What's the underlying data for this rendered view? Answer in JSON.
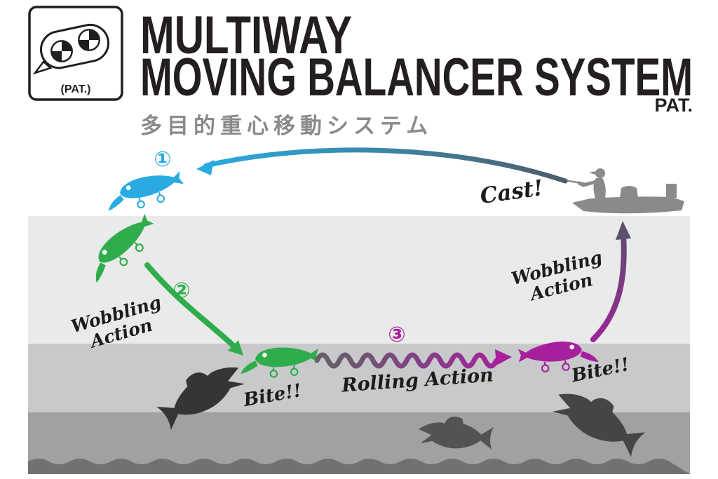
{
  "header": {
    "logo_pat": "(PAT.)",
    "title_line1": "MULTIWAY",
    "title_line2": "MOVING BALANCER SYSTEM",
    "pat_note": "PAT.",
    "subtitle_jp": "多目的重心移動システム"
  },
  "icons": {
    "logo": "moving-balancer-lure-icon"
  },
  "diagram": {
    "steps": [
      {
        "number": "①",
        "color": "#29abe2"
      },
      {
        "number": "②",
        "color": "#2fac4b"
      },
      {
        "number": "③",
        "color": "#a81f9e"
      }
    ],
    "labels": {
      "cast": "Cast!",
      "wobbling_left_line1": "Wobbling",
      "wobbling_left_line2": "Action",
      "bite_left": "Bite!!",
      "rolling": "Rolling Action",
      "bite_right": "Bite!!",
      "wobbling_right_line1": "Wobbling",
      "wobbling_right_line2": "Action"
    },
    "colors": {
      "cast_blue": "#29abe2",
      "cast_dark": "#4e5d68",
      "wobble_green": "#2fac4b",
      "roll_gray": "#636363",
      "roll_mid": "#7d4580",
      "roll_magenta": "#a81f9e",
      "wobble_purple": "#9c2596",
      "wobble_purple_dark": "#5c4f6e",
      "boat_gray": "#8a8a8a",
      "fish_black": "#353537",
      "fish_dark": "#454547",
      "fish_gray": "#535355",
      "water_band_1": "#ffffff",
      "water_band_2": "#e9eaea",
      "water_band_3": "#c8c9ca",
      "water_band_4": "#9fa1a2",
      "lake_bottom": "#717173"
    }
  }
}
